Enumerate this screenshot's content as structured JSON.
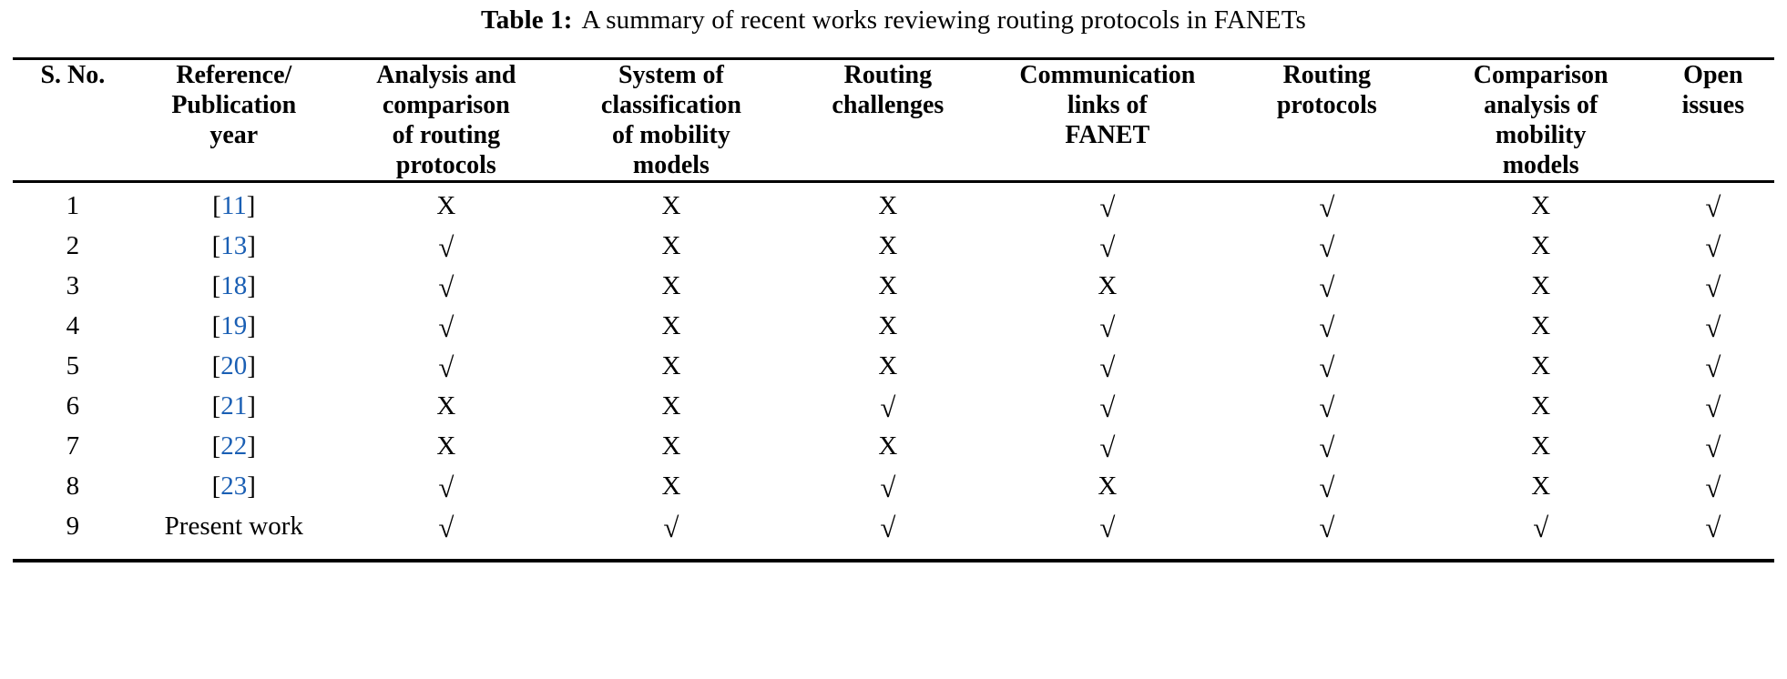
{
  "caption": {
    "label": "Table 1:",
    "text": "A summary of recent works reviewing routing protocols in FANETs"
  },
  "table": {
    "columns": [
      {
        "key": "sno",
        "label": "S. No."
      },
      {
        "key": "ref",
        "label": "Reference/ Publication year"
      },
      {
        "key": "anal",
        "label": "Analysis and comparison of routing protocols"
      },
      {
        "key": "sys",
        "label": "System of classification of mobility models"
      },
      {
        "key": "chal",
        "label": "Routing challenges"
      },
      {
        "key": "comm",
        "label": "Communication links of FANET"
      },
      {
        "key": "rout",
        "label": "Routing protocols"
      },
      {
        "key": "comp",
        "label": "Comparison analysis of mobility models"
      },
      {
        "key": "open",
        "label": "Open issues"
      }
    ],
    "column_label_lines": [
      [
        "S. No."
      ],
      [
        "Reference/",
        "Publication",
        "year"
      ],
      [
        "Analysis and",
        "comparison",
        "of routing",
        "protocols"
      ],
      [
        "System of",
        "classification",
        "of mobility",
        "models"
      ],
      [
        "Routing",
        "challenges"
      ],
      [
        "Communication",
        "links of",
        "FANET"
      ],
      [
        "Routing",
        "protocols"
      ],
      [
        "Comparison",
        "analysis of",
        "mobility",
        "models"
      ],
      [
        "Open",
        "issues"
      ]
    ],
    "symbols": {
      "yes": "√",
      "no": "X"
    },
    "link_color": "#1a5fb4",
    "rows": [
      {
        "sno": "1",
        "ref": "[11]",
        "ref_is_link": true,
        "ref_number": "11",
        "cells": [
          "X",
          "X",
          "X",
          "√",
          "√",
          "X",
          "√"
        ]
      },
      {
        "sno": "2",
        "ref": "[13]",
        "ref_is_link": true,
        "ref_number": "13",
        "cells": [
          "√",
          "X",
          "X",
          "√",
          "√",
          "X",
          "√"
        ]
      },
      {
        "sno": "3",
        "ref": "[18]",
        "ref_is_link": true,
        "ref_number": "18",
        "cells": [
          "√",
          "X",
          "X",
          "X",
          "√",
          "X",
          "√"
        ]
      },
      {
        "sno": "4",
        "ref": "[19]",
        "ref_is_link": true,
        "ref_number": "19",
        "cells": [
          "√",
          "X",
          "X",
          "√",
          "√",
          "X",
          "√"
        ]
      },
      {
        "sno": "5",
        "ref": "[20]",
        "ref_is_link": true,
        "ref_number": "20",
        "cells": [
          "√",
          "X",
          "X",
          "√",
          "√",
          "X",
          "√"
        ]
      },
      {
        "sno": "6",
        "ref": "[21]",
        "ref_is_link": true,
        "ref_number": "21",
        "cells": [
          "X",
          "X",
          "√",
          "√",
          "√",
          "X",
          "√"
        ]
      },
      {
        "sno": "7",
        "ref": "[22]",
        "ref_is_link": true,
        "ref_number": "22",
        "cells": [
          "X",
          "X",
          "X",
          "√",
          "√",
          "X",
          "√"
        ]
      },
      {
        "sno": "8",
        "ref": "[23]",
        "ref_is_link": true,
        "ref_number": "23",
        "cells": [
          "√",
          "X",
          "√",
          "X",
          "√",
          "X",
          "√"
        ]
      },
      {
        "sno": "9",
        "ref": "Present work",
        "ref_is_link": false,
        "ref_number": "",
        "cells": [
          "√",
          "√",
          "√",
          "√",
          "√",
          "√",
          "√"
        ]
      }
    ]
  }
}
